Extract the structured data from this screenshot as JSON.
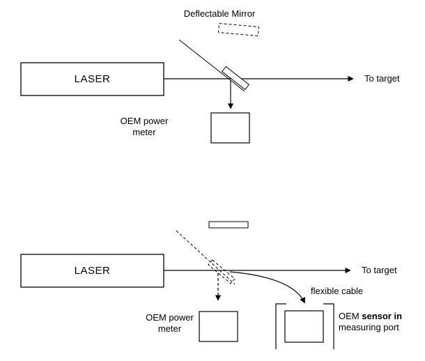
{
  "colors": {
    "stroke": "#000000",
    "background": "#ffffff"
  },
  "top": {
    "mirror_label": "Deflectable Mirror",
    "laser": "LASER",
    "target": "To target",
    "meter_line1": "OEM power",
    "meter_line2": "meter"
  },
  "bottom": {
    "laser": "LASER",
    "target": "To target",
    "cable": "flexible cable",
    "meter_line1": "OEM power",
    "meter_line2": "meter",
    "sensor_prefix": "OEM ",
    "sensor_bold": "sensor in",
    "sensor_line2": "measuring port"
  }
}
